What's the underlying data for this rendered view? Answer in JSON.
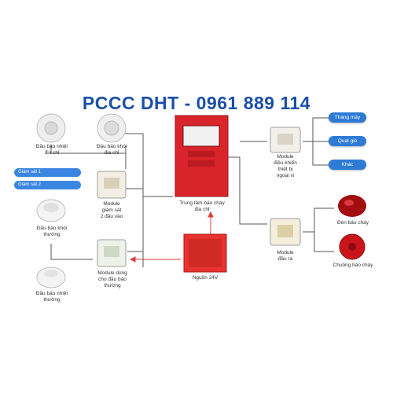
{
  "banner": {
    "text": "PCCC DHT - 0961 889 114"
  },
  "colors": {
    "banner": "#1a4fa8",
    "panel_red": "#d8242a",
    "pill_blue": "#2e7bd6",
    "line": "#555555",
    "arrow_red": "#e03b3b"
  },
  "nodes": {
    "heat_addr": "Đầu báo nhiệt\nđịa chỉ",
    "smoke_addr": "Đầu báo khói\nđịa chỉ",
    "smoke_normal": "Đầu báo khói\nthường",
    "heat_normal": "Đầu báo nhiệt\nthường",
    "module_monitor": "Module\ngiám sát\n2 đầu vào",
    "module_conventional": "Module dùng\ncho đầu báo\nthường",
    "panel": "Trung tâm báo cháy\nđịa chỉ",
    "power": "Nguồn 24V",
    "module_control": "Module\nđiều khiển\nthiết bị\nngoại vi",
    "module_output": "Module\nđầu ra",
    "fire_alarm_light": "Đèn báo cháy",
    "fire_bell": "Chuông báo cháy"
  },
  "monitor_inputs": [
    "Giám sát 1",
    "Giám sát 2"
  ],
  "outputs": [
    "Thang máy",
    "Quạt gió",
    "Khác"
  ]
}
